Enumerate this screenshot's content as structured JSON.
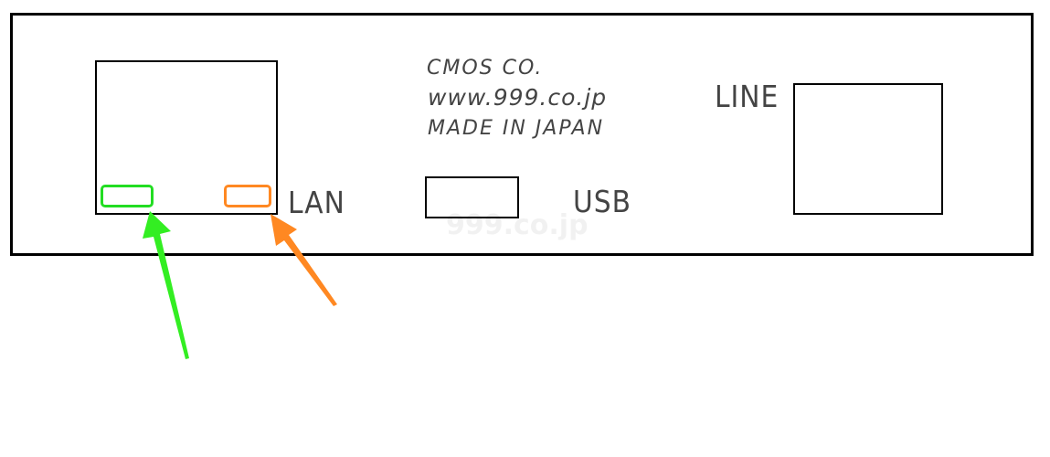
{
  "panel": {
    "maker_name": "CMOS CO.",
    "maker_url": "www.999.co.jp",
    "maker_origin": "MADE IN JAPAN",
    "watermark": "999.co.jp"
  },
  "ports": {
    "lan_label": "LAN",
    "usb_label": "USB",
    "line_label": "LINE"
  },
  "indicators": {
    "left_led_color": "#22dd22",
    "right_led_color": "#ff8822"
  },
  "arrows": {
    "green_color": "#33ee22",
    "orange_color": "#ff8822"
  }
}
